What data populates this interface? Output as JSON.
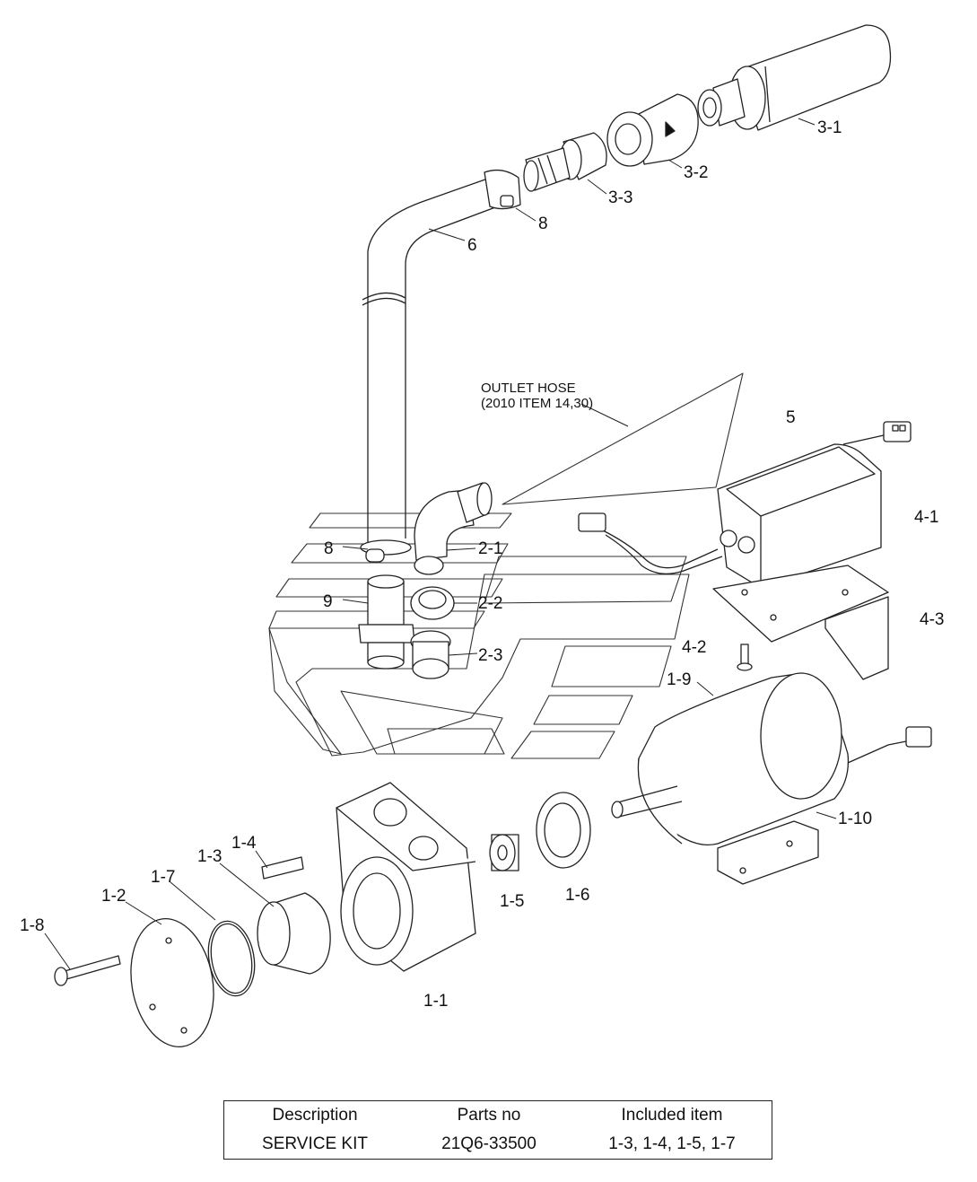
{
  "callouts": {
    "c3_1": "3-1",
    "c3_2": "3-2",
    "c3_3": "3-3",
    "c8_top": "8",
    "c6": "6",
    "c5": "5",
    "c4_1": "4-1",
    "c4_3": "4-3",
    "c4_2": "4-2",
    "c8_mid": "8",
    "c9": "9",
    "c2_1": "2-1",
    "c2_2": "2-2",
    "c2_3": "2-3",
    "c1_9": "1-9",
    "c1_10": "1-10",
    "c1_4": "1-4",
    "c1_3": "1-3",
    "c1_7": "1-7",
    "c1_2": "1-2",
    "c1_8": "1-8",
    "c1_5": "1-5",
    "c1_6": "1-6",
    "c1_1": "1-1"
  },
  "outlet_note": {
    "line1": "OUTLET HOSE",
    "line2": "(2010 ITEM 14,30)"
  },
  "service_kit_table": {
    "headers": [
      "Description",
      "Parts no",
      "Included item"
    ],
    "row": [
      "SERVICE KIT",
      "21Q6-33500",
      "1-3, 1-4, 1-5, 1-7"
    ]
  }
}
